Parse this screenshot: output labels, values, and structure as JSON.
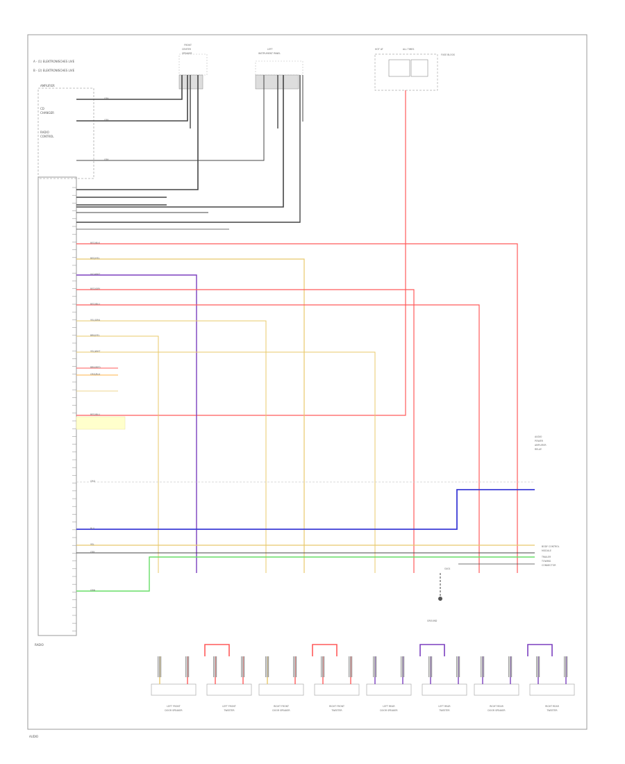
{
  "legend": {
    "items": [
      "A - (1) ELEKTRONISCHES LIVE",
      "B - (2) ELEKTRONISCHES LIVE"
    ]
  },
  "module": {
    "title": "AMPLIFIER",
    "sub1": "CD",
    "sub2": "CHANGER",
    "sub3": "RADIO",
    "sub4": "CONTROL",
    "footer": "RADIO"
  },
  "top_connectors": {
    "front_left": [
      "FRONT",
      "CENTER",
      "SPEAKER"
    ],
    "center": [
      "LEFT",
      "INSTRUMENT PANEL"
    ],
    "fuse": [
      "HOT AT",
      "ALL TIMES",
      "FUSE BLOCK"
    ]
  },
  "wire_labels": {
    "grey": [
      "GRY",
      "GRY",
      "GRY"
    ],
    "colored": [
      "RED/BLK",
      "RED/YEL",
      "VIO/WHT",
      "RED/GRY",
      "RED/BLU",
      "YEL/GRN",
      "BRN/YEL",
      "YEL/WHT",
      "BRN/RED",
      "ORG/BLK",
      "RED/BLU"
    ],
    "bottom": [
      "ORG",
      "BLU",
      "YEL",
      "GRY",
      "GRN"
    ]
  },
  "right_labels": {
    "block": [
      "AUDIO",
      "POWER",
      "AMPLIFIER",
      "RELAY"
    ],
    "bus": [
      "BODY CONTROL",
      "MODULE",
      "TRAILER",
      "TOWING",
      "CONNECTOR"
    ]
  },
  "speakers": [
    {
      "line1": "LEFT FRONT",
      "line2": "DOOR SPEAKER"
    },
    {
      "line1": "LEFT FRONT",
      "line2": "TWEETER"
    },
    {
      "line1": "RIGHT FRONT",
      "line2": "DOOR SPEAKER"
    },
    {
      "line1": "RIGHT FRONT",
      "line2": "TWEETER"
    },
    {
      "line1": "LEFT REAR",
      "line2": "DOOR SPEAKER"
    },
    {
      "line1": "LEFT REAR",
      "line2": "TWEETER"
    },
    {
      "line1": "RIGHT REAR",
      "line2": "DOOR SPEAKER"
    },
    {
      "line1": "RIGHT REAR",
      "line2": "TWEETER"
    }
  ],
  "ground": [
    "G401",
    "GROUND"
  ],
  "footer_note": "AUDIO",
  "colors": {
    "grey": "#444444",
    "red": "#ff5a5a",
    "yellow": "#e8c86a",
    "violet": "#7b3fbf",
    "blue": "#3b3bd6",
    "green": "#66dd66",
    "orange": "#ffb347"
  }
}
